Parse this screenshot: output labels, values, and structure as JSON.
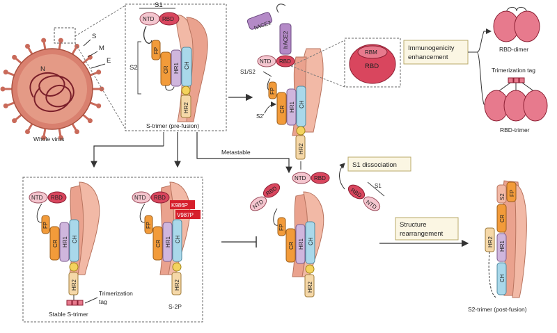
{
  "virus": {
    "spike": "S",
    "membrane": "M",
    "envelope": "E",
    "nucleocapsid": "N",
    "caption": "Whole virus"
  },
  "domains": {
    "s1": "S1",
    "s2": "S2",
    "s1s2": "S1/S2",
    "s2prime": "S2'",
    "ntd": "NTD",
    "rbd": "RBD",
    "rbm": "RBM",
    "fp": "FP",
    "cr": "CR",
    "hr1": "HR1",
    "ch": "CH",
    "hr2": "HR2",
    "hace2": "hACE2"
  },
  "captions": {
    "prefusion": "S-trimer (pre-fusion)",
    "immunogenicity": [
      "Immunogenicity",
      "enhancement"
    ],
    "rbd_dimer": "RBD-dimer",
    "trimerization_tag_top": "Trimerization tag",
    "rbd_trimer": "RBD-trimer",
    "metastable": "Metastable",
    "s1_dissociation": "S1 dissociation",
    "structure_rearrangement": [
      "Structure",
      "rearrangement"
    ],
    "trimerization_tag_bottom": [
      "Trimerization",
      "tag"
    ],
    "stable_trimer": "Stable S-trimer",
    "s2p": "S-2P",
    "postfusion": "S2-trimer (post-fusion)",
    "mutation1": "K986P",
    "mutation2": "V987P"
  },
  "colors": {
    "spike_body": "#f2b9a6",
    "spike_stroke": "#b8745f",
    "rbd": "#d9465e",
    "ntd": "#f4c6cf",
    "fp": "#f29b3a",
    "cr": "#f29b3a",
    "hr1": "#cfb6dd",
    "ch": "#a9d8ea",
    "hr2": "#f5d8a8",
    "hace2": "#b48ac7",
    "mutation": "#d61f2b",
    "note_box": "#fbf6e3"
  }
}
